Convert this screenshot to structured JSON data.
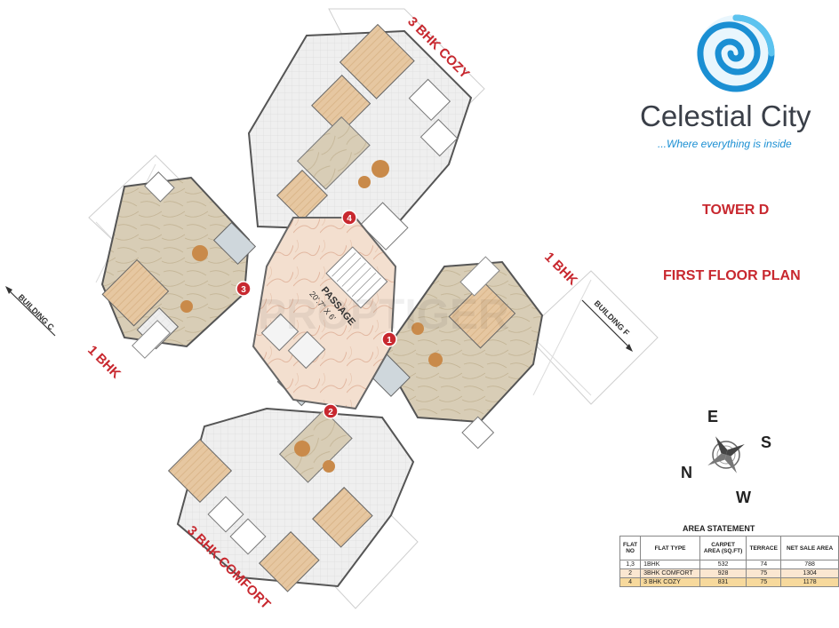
{
  "brand": {
    "name": "Celestial City",
    "tagline": "...Where everything is inside",
    "logo_colors": [
      "#1b8fd3",
      "#5cc3ef"
    ]
  },
  "headings": {
    "tower": "TOWER D",
    "floor": "FIRST FLOOR PLAN"
  },
  "flat_labels": {
    "top": "3 BHK COZY",
    "left": "1 BHK",
    "right": "1 BHK",
    "bottom": "3 BHK COMFORT"
  },
  "building_labels": {
    "left": "BUILDING C",
    "right": "BUILDING F"
  },
  "passage": {
    "label": "PASSAGE",
    "size": "20'.7\" X 6'"
  },
  "flat_markers": [
    "1",
    "2",
    "3",
    "4"
  ],
  "watermark": "PROPTIGER",
  "compass": {
    "e": "E",
    "s": "S",
    "n": "N",
    "w": "W"
  },
  "area_statement": {
    "title": "AREA STATEMENT",
    "headers": [
      "FLAT NO",
      "FLAT TYPE",
      "CARPET AREA (SQ.FT)",
      "TERRACE",
      "NET SALE AREA"
    ],
    "rows": [
      [
        "1,3",
        "1BHK",
        "532",
        "74",
        "788"
      ],
      [
        "2",
        "3BHK COMFORT",
        "928",
        "75",
        "1304"
      ],
      [
        "4",
        "3 BHK COZY",
        "831",
        "75",
        "1178"
      ]
    ]
  },
  "colors": {
    "heading_red": "#c8282f",
    "passage_marble": "#f2dccb",
    "living_stone": "#d9cbb0",
    "furniture": "#c98a4a",
    "marker": "#c8282f"
  }
}
